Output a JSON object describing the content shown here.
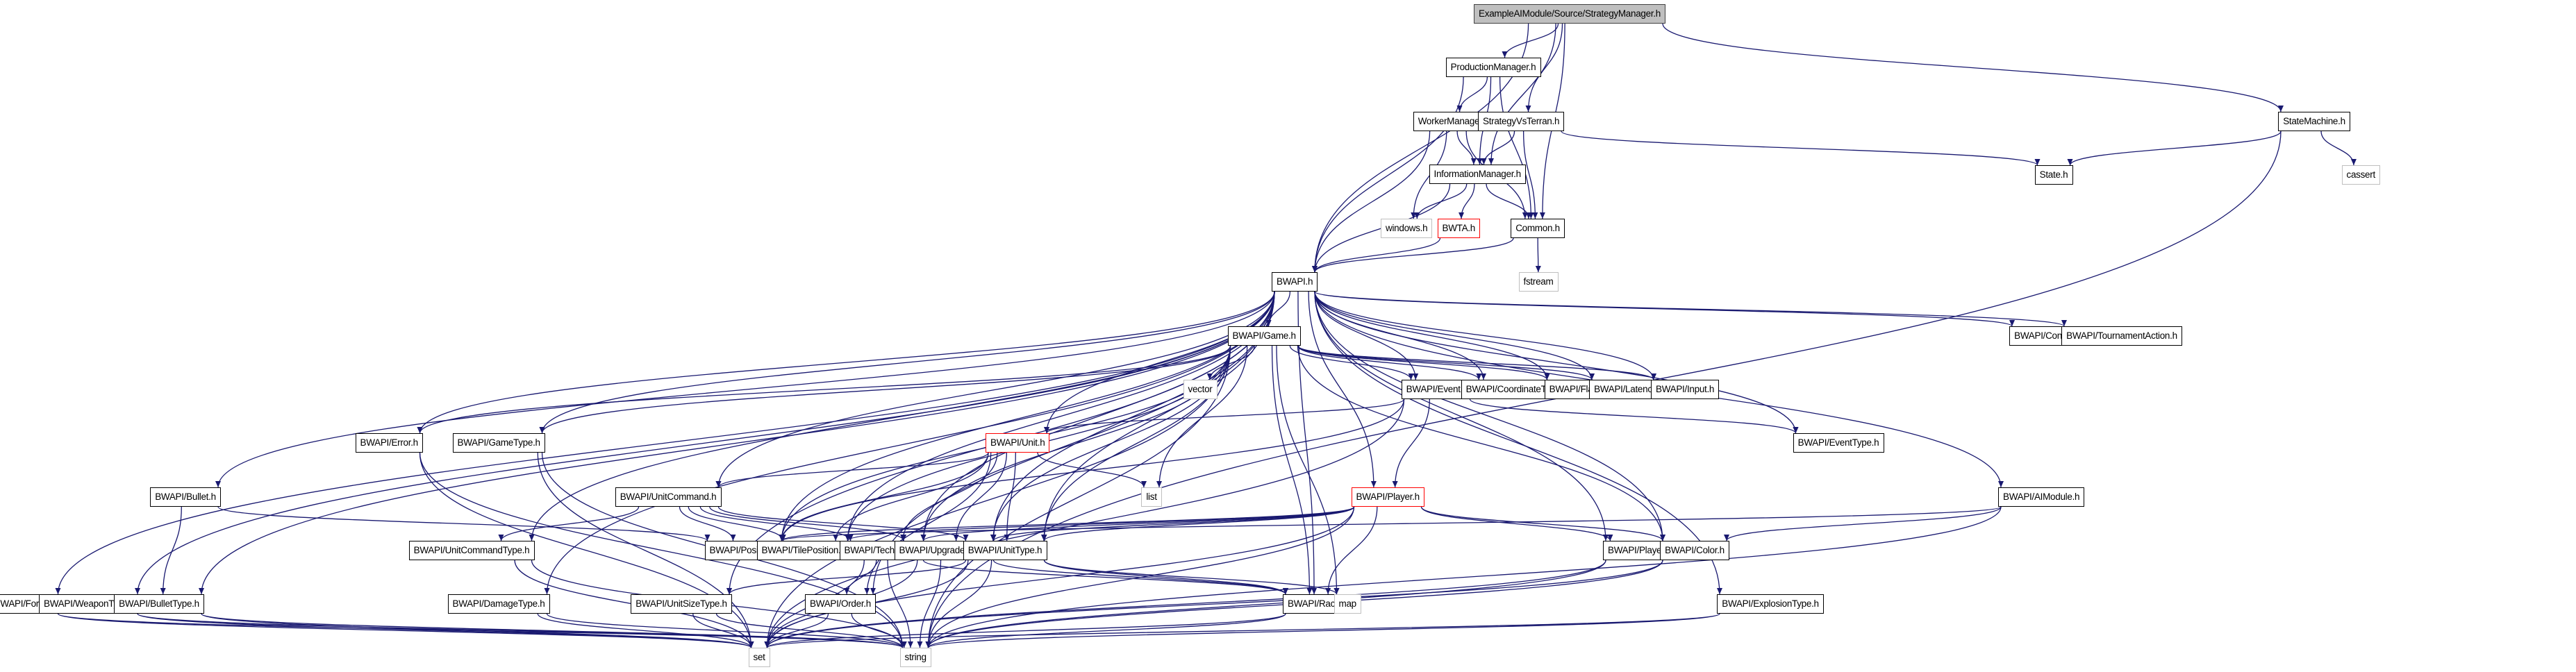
{
  "diagram": {
    "title": "ExampleAIModule/Source/StrategyManager.h include dependency graph",
    "colors": {
      "edge": "#191970",
      "root_fill": "#bfbfbf",
      "missing_border": "#bfbfbf",
      "incomplete_border": "#ff0000"
    },
    "nodes": {
      "strategymanager": "ExampleAIModule/Source/StrategyManager.h",
      "productionmanager": "ProductionManager.h",
      "workermanager": "WorkerManager.h",
      "strategyvsterran": "StrategyVsTerran.h",
      "statemachine": "StateMachine.h",
      "informationmanager": "InformationManager.h",
      "state": "State.h",
      "cassert": "cassert",
      "windows": "windows.h",
      "bwta": "BWTA.h",
      "common": "Common.h",
      "bwapi": "BWAPI.h",
      "fstream": "fstream",
      "game": "BWAPI/Game.h",
      "constants": "BWAPI/Constants.h",
      "tournamentaction": "BWAPI/TournamentAction.h",
      "vector": "vector",
      "event": "BWAPI/Event.h",
      "coordinatetype": "BWAPI/CoordinateType.h",
      "flag": "BWAPI/Flag.h",
      "latency": "BWAPI/Latency.h",
      "input": "BWAPI/Input.h",
      "error": "BWAPI/Error.h",
      "gametype": "BWAPI/GameType.h",
      "unit": "BWAPI/Unit.h",
      "list": "list",
      "eventtype": "BWAPI/EventType.h",
      "bullet": "BWAPI/Bullet.h",
      "unitcommand": "BWAPI/UnitCommand.h",
      "player": "BWAPI/Player.h",
      "aimodule": "BWAPI/AIModule.h",
      "unitcommandtype": "BWAPI/UnitCommandType.h",
      "position": "BWAPI/Position.h",
      "tileposition": "BWAPI/TilePosition.h",
      "techtype": "BWAPI/TechType.h",
      "upgradetype": "BWAPI/UpgradeType.h",
      "unittype": "BWAPI/UnitType.h",
      "playertype": "BWAPI/PlayerType.h",
      "color": "BWAPI/Color.h",
      "force": "BWAPI/Force.h",
      "weapontype": "BWAPI/WeaponType.h",
      "bullettype": "BWAPI/BulletType.h",
      "damagetype": "BWAPI/DamageType.h",
      "unitsizetype": "BWAPI/UnitSizeType.h",
      "order": "BWAPI/Order.h",
      "race": "BWAPI/Race.h",
      "map": "map",
      "explosiontype": "BWAPI/ExplosionType.h",
      "set": "set",
      "string": "string"
    },
    "node_kinds": {
      "root": [
        "strategymanager"
      ],
      "missing": [
        "cassert",
        "windows",
        "fstream",
        "vector",
        "list",
        "map",
        "set",
        "string"
      ],
      "incomplete": [
        "bwta",
        "unit",
        "player"
      ]
    },
    "edges": [
      [
        "strategymanager",
        "productionmanager"
      ],
      [
        "strategymanager",
        "strategyvsterran"
      ],
      [
        "strategymanager",
        "statemachine"
      ],
      [
        "strategymanager",
        "bwapi"
      ],
      [
        "strategymanager",
        "informationmanager"
      ],
      [
        "strategymanager",
        "common"
      ],
      [
        "productionmanager",
        "workermanager"
      ],
      [
        "productionmanager",
        "informationmanager"
      ],
      [
        "productionmanager",
        "common"
      ],
      [
        "productionmanager",
        "bwapi"
      ],
      [
        "workermanager",
        "informationmanager"
      ],
      [
        "workermanager",
        "windows"
      ],
      [
        "workermanager",
        "common"
      ],
      [
        "workermanager",
        "bwapi"
      ],
      [
        "strategyvsterran",
        "informationmanager"
      ],
      [
        "strategyvsterran",
        "common"
      ],
      [
        "strategyvsterran",
        "state"
      ],
      [
        "statemachine",
        "state"
      ],
      [
        "statemachine",
        "cassert"
      ],
      [
        "statemachine",
        "string"
      ],
      [
        "informationmanager",
        "windows"
      ],
      [
        "informationmanager",
        "bwta"
      ],
      [
        "informationmanager",
        "common"
      ],
      [
        "informationmanager",
        "bwapi"
      ],
      [
        "bwta",
        "bwapi"
      ],
      [
        "common",
        "bwapi"
      ],
      [
        "common",
        "fstream"
      ],
      [
        "bwapi",
        "game"
      ],
      [
        "bwapi",
        "constants"
      ],
      [
        "bwapi",
        "tournamentaction"
      ],
      [
        "bwapi",
        "event"
      ],
      [
        "bwapi",
        "coordinatetype"
      ],
      [
        "bwapi",
        "flag"
      ],
      [
        "bwapi",
        "latency"
      ],
      [
        "bwapi",
        "input"
      ],
      [
        "bwapi",
        "error"
      ],
      [
        "bwapi",
        "gametype"
      ],
      [
        "bwapi",
        "unit"
      ],
      [
        "bwapi",
        "eventtype"
      ],
      [
        "bwapi",
        "bullet"
      ],
      [
        "bwapi",
        "unitcommand"
      ],
      [
        "bwapi",
        "player"
      ],
      [
        "bwapi",
        "aimodule"
      ],
      [
        "bwapi",
        "unitcommandtype"
      ],
      [
        "bwapi",
        "position"
      ],
      [
        "bwapi",
        "tileposition"
      ],
      [
        "bwapi",
        "techtype"
      ],
      [
        "bwapi",
        "upgradetype"
      ],
      [
        "bwapi",
        "unittype"
      ],
      [
        "bwapi",
        "playertype"
      ],
      [
        "bwapi",
        "color"
      ],
      [
        "bwapi",
        "force"
      ],
      [
        "bwapi",
        "weapontype"
      ],
      [
        "bwapi",
        "bullettype"
      ],
      [
        "bwapi",
        "damagetype"
      ],
      [
        "bwapi",
        "unitsizetype"
      ],
      [
        "bwapi",
        "order"
      ],
      [
        "bwapi",
        "race"
      ],
      [
        "bwapi",
        "explosiontype"
      ],
      [
        "game",
        "vector"
      ],
      [
        "game",
        "event"
      ],
      [
        "game",
        "coordinatetype"
      ],
      [
        "game",
        "flag"
      ],
      [
        "game",
        "latency"
      ],
      [
        "game",
        "input"
      ],
      [
        "game",
        "error"
      ],
      [
        "game",
        "gametype"
      ],
      [
        "game",
        "list"
      ],
      [
        "game",
        "unittype"
      ],
      [
        "game",
        "position"
      ],
      [
        "game",
        "tileposition"
      ],
      [
        "game",
        "color"
      ],
      [
        "game",
        "race"
      ],
      [
        "game",
        "map"
      ],
      [
        "game",
        "set"
      ],
      [
        "game",
        "string"
      ],
      [
        "game",
        "upgradetype"
      ],
      [
        "game",
        "techtype"
      ],
      [
        "event",
        "unit"
      ],
      [
        "event",
        "player"
      ],
      [
        "event",
        "eventtype"
      ],
      [
        "event",
        "position"
      ],
      [
        "event",
        "set"
      ],
      [
        "unit",
        "list"
      ],
      [
        "unit",
        "unitcommand"
      ],
      [
        "unit",
        "position"
      ],
      [
        "unit",
        "tileposition"
      ],
      [
        "unit",
        "techtype"
      ],
      [
        "unit",
        "upgradetype"
      ],
      [
        "unit",
        "unittype"
      ],
      [
        "unit",
        "order"
      ],
      [
        "error",
        "set"
      ],
      [
        "error",
        "string"
      ],
      [
        "gametype",
        "set"
      ],
      [
        "gametype",
        "string"
      ],
      [
        "bullet",
        "bullettype"
      ],
      [
        "bullet",
        "position"
      ],
      [
        "unitcommand",
        "unitcommandtype"
      ],
      [
        "unitcommand",
        "position"
      ],
      [
        "unitcommand",
        "tileposition"
      ],
      [
        "unitcommand",
        "techtype"
      ],
      [
        "unitcommand",
        "upgradetype"
      ],
      [
        "unitcommand",
        "unittype"
      ],
      [
        "player",
        "race"
      ],
      [
        "player",
        "playertype"
      ],
      [
        "player",
        "color"
      ],
      [
        "player",
        "unittype"
      ],
      [
        "player",
        "techtype"
      ],
      [
        "player",
        "upgradetype"
      ],
      [
        "player",
        "position"
      ],
      [
        "player",
        "tileposition"
      ],
      [
        "player",
        "set"
      ],
      [
        "player",
        "string"
      ],
      [
        "aimodule",
        "color"
      ],
      [
        "aimodule",
        "position"
      ],
      [
        "aimodule",
        "string"
      ],
      [
        "unitcommandtype",
        "set"
      ],
      [
        "unitcommandtype",
        "string"
      ],
      [
        "techtype",
        "order"
      ],
      [
        "techtype",
        "race"
      ],
      [
        "techtype",
        "set"
      ],
      [
        "techtype",
        "string"
      ],
      [
        "upgradetype",
        "race"
      ],
      [
        "upgradetype",
        "set"
      ],
      [
        "upgradetype",
        "string"
      ],
      [
        "unittype",
        "race"
      ],
      [
        "unittype",
        "unitsizetype"
      ],
      [
        "unittype",
        "map"
      ],
      [
        "unittype",
        "set"
      ],
      [
        "unittype",
        "string"
      ],
      [
        "playertype",
        "set"
      ],
      [
        "playertype",
        "string"
      ],
      [
        "color",
        "set"
      ],
      [
        "color",
        "string"
      ],
      [
        "force",
        "set"
      ],
      [
        "force",
        "string"
      ],
      [
        "weapontype",
        "set"
      ],
      [
        "weapontype",
        "string"
      ],
      [
        "bullettype",
        "set"
      ],
      [
        "bullettype",
        "string"
      ],
      [
        "damagetype",
        "set"
      ],
      [
        "damagetype",
        "string"
      ],
      [
        "unitsizetype",
        "set"
      ],
      [
        "unitsizetype",
        "string"
      ],
      [
        "order",
        "set"
      ],
      [
        "order",
        "string"
      ],
      [
        "race",
        "set"
      ],
      [
        "race",
        "string"
      ],
      [
        "explosiontype",
        "set"
      ],
      [
        "explosiontype",
        "string"
      ]
    ]
  }
}
